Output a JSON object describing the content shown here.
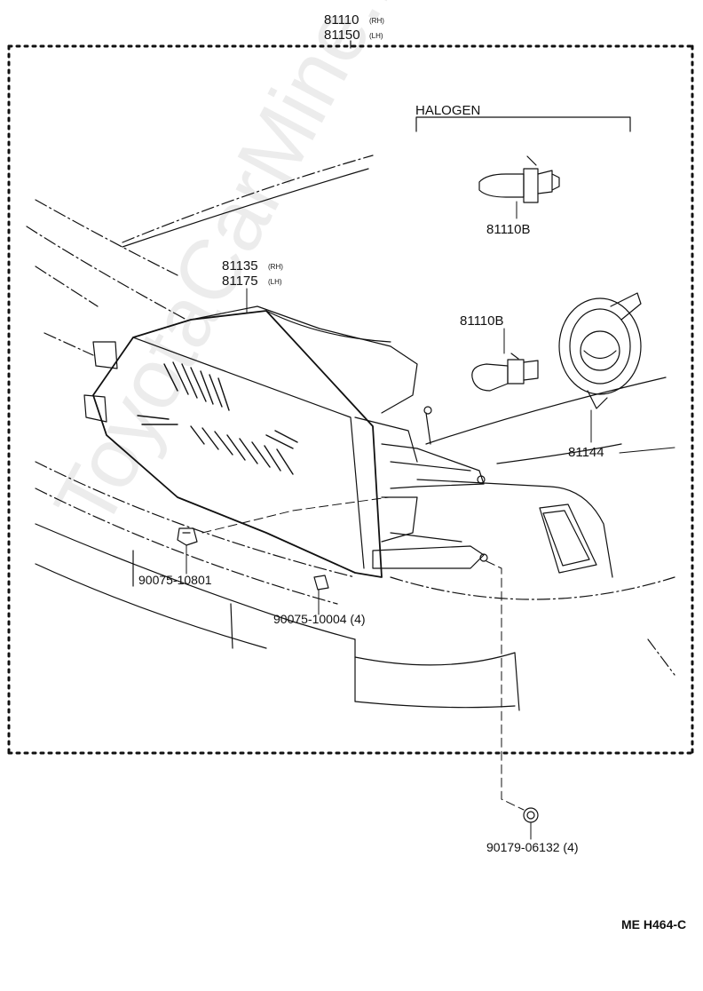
{
  "parts": {
    "assembly_rh": "81110",
    "assembly_rh_side": "(RH)",
    "assembly_lh": "81150",
    "assembly_lh_side": "(LH)",
    "halogen_group": "HALOGEN",
    "bulb_halogen": "81110B",
    "bulb_second": "81110B",
    "unit_rh": "81135",
    "unit_rh_side": "(RH)",
    "unit_lh": "81175",
    "unit_lh_side": "(LH)",
    "socket_cover": "81144",
    "clip_1": "90075-10801",
    "clip_2": "90075-10004 (4)",
    "nut": "90179-06132 (4)"
  },
  "figure_code": "ME H464-C",
  "watermark": "ToyotaCarMine.ru"
}
